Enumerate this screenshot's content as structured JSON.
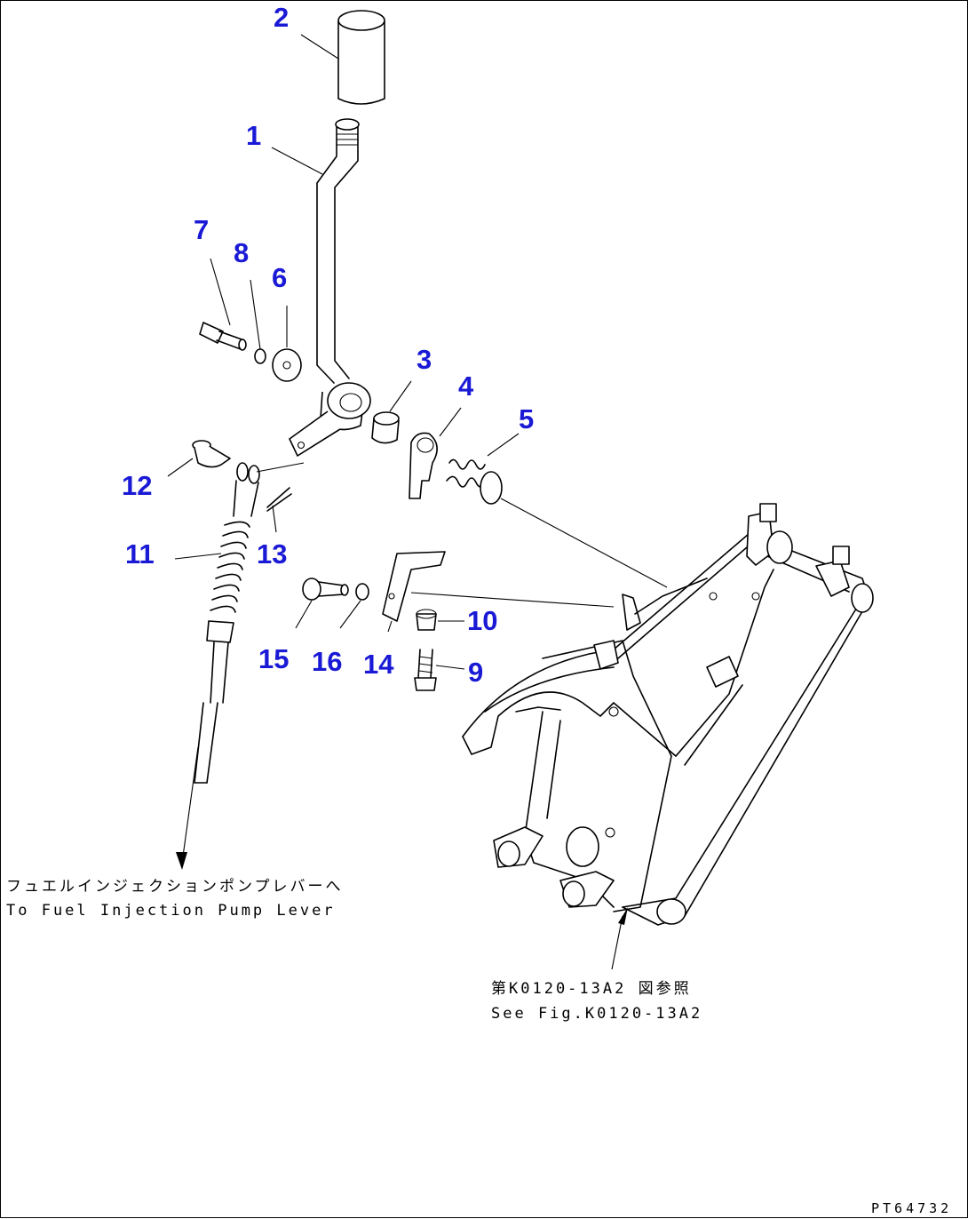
{
  "callouts": {
    "c1": "1",
    "c2": "2",
    "c3": "3",
    "c4": "4",
    "c5": "5",
    "c6": "6",
    "c7": "7",
    "c8": "8",
    "c9": "9",
    "c10": "10",
    "c11": "11",
    "c12": "12",
    "c13": "13",
    "c14": "14",
    "c15": "15",
    "c16": "16"
  },
  "notes": {
    "pump_jp": "フュエルインジェクションポンプレバーへ",
    "pump_en": "To Fuel Injection Pump Lever",
    "fig_jp": "第K0120-13A2 図参照",
    "fig_en": "See Fig.K0120-13A2"
  },
  "drawing_code": "PT64732",
  "colors": {
    "callout": "#1a1ad6",
    "line": "#000000",
    "background": "#ffffff"
  }
}
